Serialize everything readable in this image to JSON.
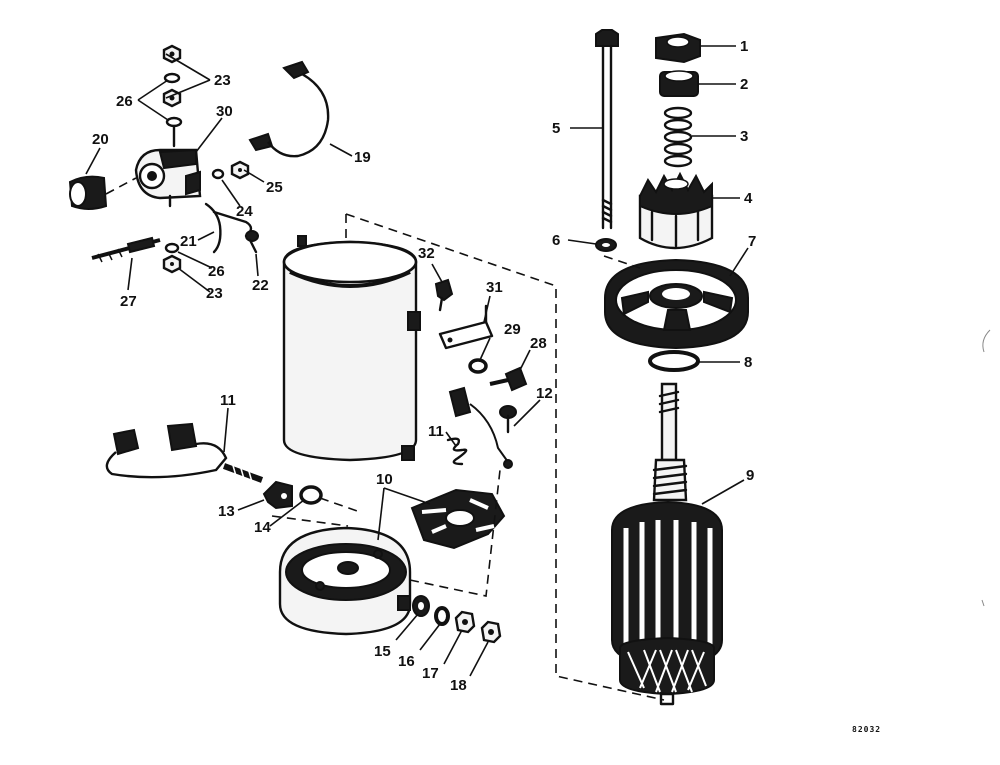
{
  "diagram": {
    "callouts": [
      "1",
      "2",
      "3",
      "4",
      "5",
      "6",
      "7",
      "8",
      "9",
      "10",
      "11",
      "12",
      "13",
      "14",
      "15",
      "16",
      "17",
      "18",
      "19",
      "20",
      "21",
      "22",
      "23",
      "24",
      "25",
      "26",
      "27",
      "28",
      "29",
      "30",
      "31",
      "32"
    ],
    "figure_code": "82032"
  }
}
